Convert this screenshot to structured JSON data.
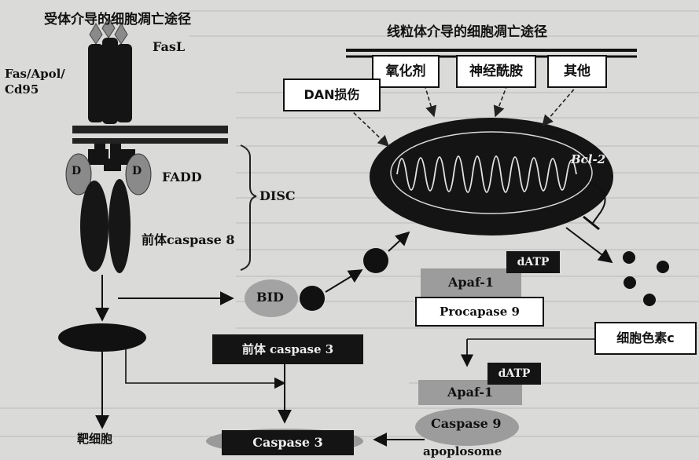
{
  "titles": {
    "receptor_pathway": "受体介导的细胞凋亡途径",
    "mito_pathway": "线粒体介导的细胞凋亡途径"
  },
  "left": {
    "fasl": "FasL",
    "fas": "Fas/Apol/\nCd95",
    "fadd": "FADD",
    "pro_casp8": "前体caspase 8",
    "disc": "DISC",
    "target_cell": "靶细胞",
    "d_left": "D",
    "d_right": "D"
  },
  "stimuli": {
    "oxidant": "氧化剂",
    "ceramide": "神经酰胺",
    "other": "其他",
    "dna_damage": "DAN损伤"
  },
  "mito": {
    "bcl2": "Bcl-2"
  },
  "apaf_complex": {
    "datp": "dATP",
    "apaf1": "Apaf-1",
    "procasp9": "Procapase 9",
    "cytc": "细胞色素c"
  },
  "apoptosome": {
    "datp": "dATP",
    "apaf1": "Apaf-1",
    "casp9": "Caspase 9",
    "label": "apoplosome"
  },
  "center": {
    "bid": "BID",
    "pro_casp3": "前体 caspase 3",
    "casp3": "Caspase 3"
  },
  "colors": {
    "background": "#dadad8",
    "ink": "#111111",
    "grey_fill": "#9c9c9c"
  }
}
